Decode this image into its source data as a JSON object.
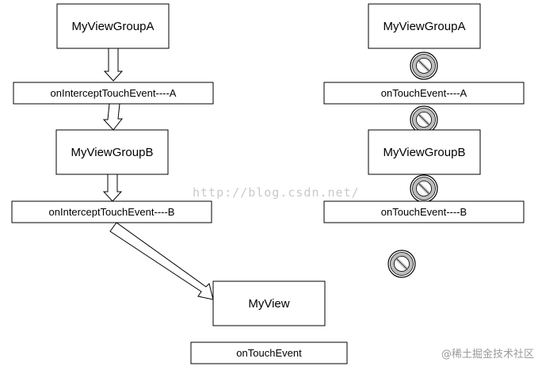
{
  "left_column": {
    "group_a": "MyViewGroupA",
    "intercept_a": "onInterceptTouchEvent----A",
    "group_b": "MyViewGroupB",
    "intercept_b": "onInterceptTouchEvent----B",
    "view": "MyView",
    "touch_event": "onTouchEvent"
  },
  "right_column": {
    "group_a": "MyViewGroupA",
    "touch_a": "onTouchEvent----A",
    "group_b": "MyViewGroupB",
    "touch_b": "onTouchEvent----B"
  },
  "watermark": "http://blog.csdn.net/",
  "credit": "@稀土掘金技术社区",
  "icons": {
    "blocked": "no-entry-icon",
    "flow_arrow": "hollow-arrow"
  },
  "colors": {
    "stroke": "#000000",
    "watermark": "#c9c9c9",
    "credit": "#9a9a9a"
  }
}
